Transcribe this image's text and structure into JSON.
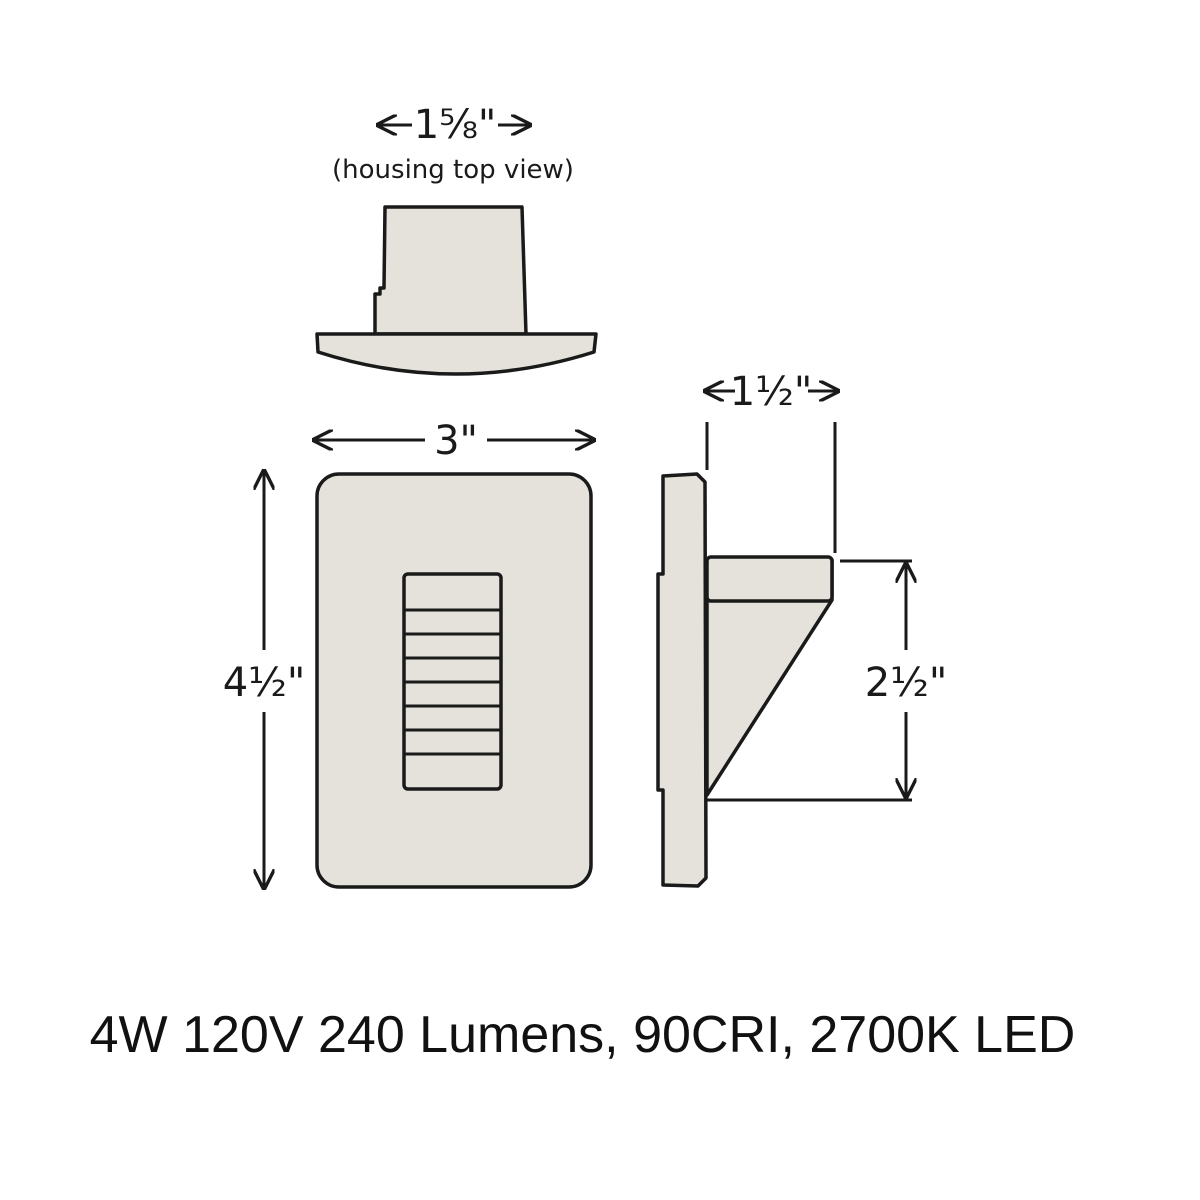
{
  "dimensions": {
    "housing_width": "1⁵⁄₈\"",
    "housing_caption": "(housing top view)",
    "faceplate_width": "3\"",
    "faceplate_height": "4½\"",
    "side_depth": "1½\"",
    "side_height": "2½\""
  },
  "specs_line": "4W 120V 240 Lumens, 90CRI, 2700K LED",
  "colors": {
    "fixture_fill": "#e5e2dc",
    "outline": "#1a1a1a"
  }
}
